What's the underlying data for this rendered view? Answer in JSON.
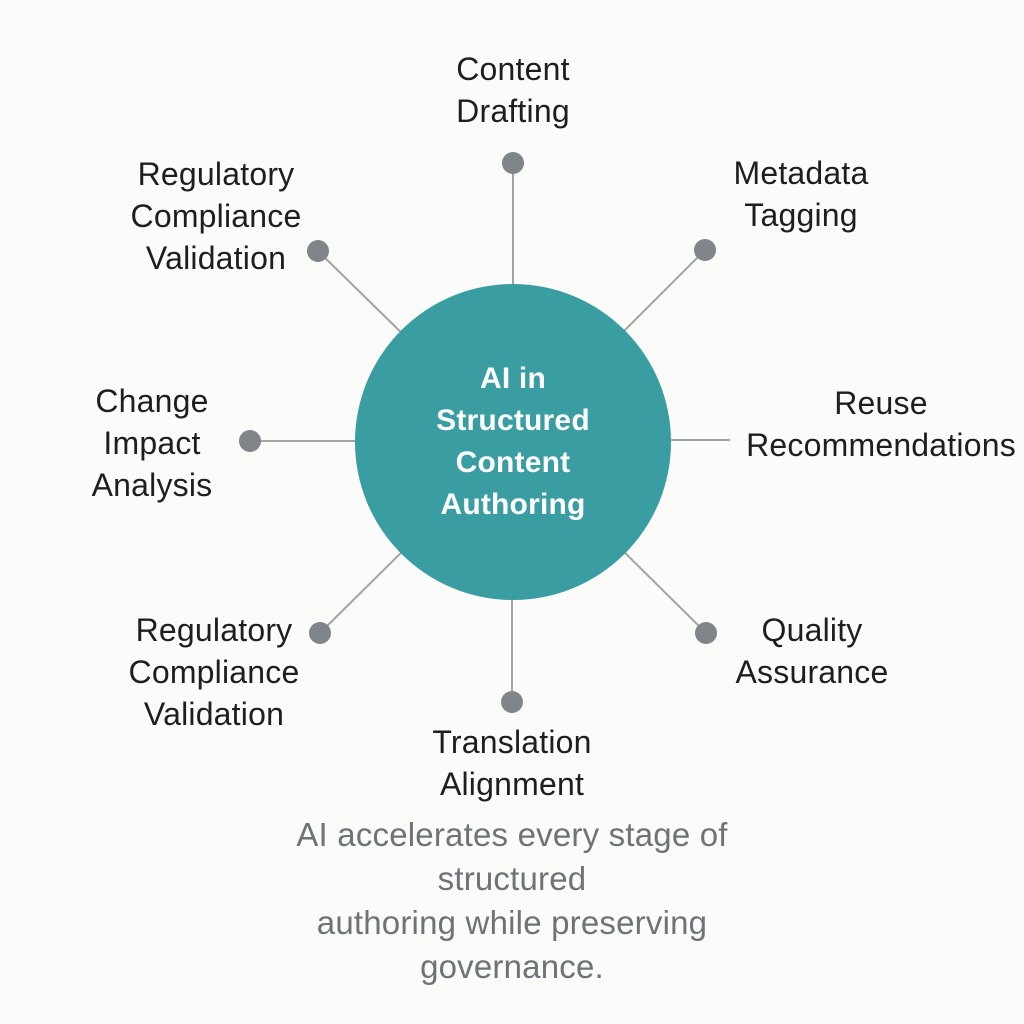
{
  "diagram": {
    "type": "radial-hub-spoke",
    "center": {
      "label": "AI in\nStructured\nContent\nAuthoring"
    },
    "nodes": [
      {
        "id": "content-drafting",
        "label": "Content\nDrafting",
        "position": "top"
      },
      {
        "id": "metadata-tagging",
        "label": "Metadata\nTagging",
        "position": "top-right"
      },
      {
        "id": "reuse-recommendations",
        "label": "Reuse\nRecommendations",
        "position": "right"
      },
      {
        "id": "quality-assurance",
        "label": "Quality\nAssurance",
        "position": "bottom-right"
      },
      {
        "id": "translation-alignment",
        "label": "Translation\nAlignment",
        "position": "bottom"
      },
      {
        "id": "regulatory-compliance-validation-bl",
        "label": "Regulatory\nCompliance\nValidation",
        "position": "bottom-left"
      },
      {
        "id": "change-impact-analysis",
        "label": "Change\nImpact\nAnalysis",
        "position": "left"
      },
      {
        "id": "regulatory-compliance-validation-tl",
        "label": "Regulatory\nCompliance\nValidation",
        "position": "top-left"
      }
    ],
    "caption": "AI accelerates every stage of structured\nauthoring while preserving governance.",
    "colors": {
      "background": "#fbfbf9",
      "hub_fill": "#3a9da1",
      "hub_text": "#ffffff",
      "label_text": "#1d1e1f",
      "caption_text": "#6d7377",
      "connector_line": "#9fa4a4",
      "connector_dot": "#7f8588"
    }
  }
}
